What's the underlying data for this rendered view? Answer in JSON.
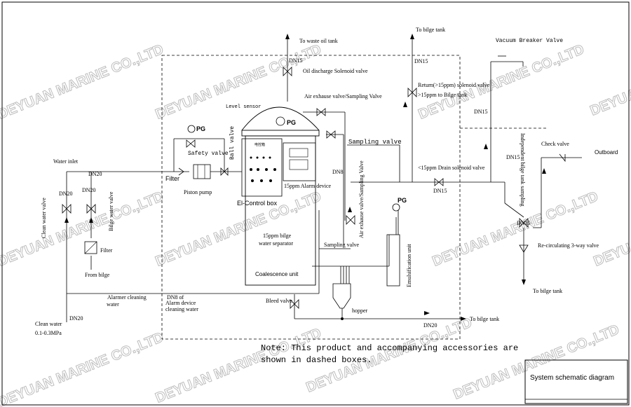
{
  "watermark": "DEYUAN MARINE CO.,LTD",
  "title_block": {
    "title": "System schematic diagram"
  },
  "note": {
    "line1": "Note: This product and accompanying accessories are",
    "line2": "shown in dashed boxes."
  },
  "labels": {
    "to_waste_oil_tank": "To waste oil tank",
    "to_bilge_tank_top": "To bilge tank",
    "vacuum_breaker_valve": "Vacuum Breaker Valve",
    "dn15_oil": "DN15",
    "oil_discharge_solenoid": "Oil discharge Solenoid valve",
    "dn15_return": "DN15",
    "return_solenoid": "Return(>15ppm) solenoid valve",
    "to_bilge_15": ">15ppm to Bilge tank",
    "air_exhause_sampling": "Air exhause valve/Sampling Valve",
    "level_sensor": "Level sensor",
    "pg_top": "PG",
    "pg_left": "PG",
    "pg_right": "PG",
    "dn15_right_top": "DN15",
    "safety_valve": "Safety valve",
    "ball_valve": "Ball valve",
    "sampling_valve": "Sampling valve",
    "air_exhause_vertical": "Air exhause valve/Sampling Valve",
    "check_valve": "Check valve",
    "outboard": "Outboard",
    "dn15_mid": "DN15",
    "water_inlet": "Water inlet",
    "dn20_inlet": "DN20",
    "dn20_left_a": "DN20",
    "dn20_left_b": "DN20",
    "filter_main": "Filter",
    "piston_pump": "Piston pump",
    "el_control_box": "El-Control box",
    "alarm_device": "15ppm Alarm device",
    "drain_solenoid": "<15ppm Drain solenoid valve",
    "dn15_drain": "DN15",
    "dn15_recirc": "DN15",
    "recirc_valve": "Re-circulating 3-way valve",
    "clean_water_valve": "Clean water valve",
    "bilge_water_valve": "Bilge water valve",
    "filter_bilge": "Filter",
    "from_bilge": "From bilge",
    "separator_l1": "15ppm bilge",
    "separator_l2": "water separator",
    "coalescence_unit": "Coalescence unit",
    "emulsification_unit": "Emulsification unit",
    "sampling_valve_small": "Sampling valve",
    "to_bilge_tank_right": "To bilge tank",
    "alarmer_cleaning_l1": "Alarmer cleaning",
    "alarmer_cleaning_l2": "water",
    "dn8": "DN8 of",
    "alarm_cleaning_l1": "Alarm device",
    "alarm_cleaning_l2": "cleaning water",
    "bleed_valve": "Bleed valve",
    "hopper": "hopper",
    "dn20_bottom_left": "DN20",
    "clean_water_l1": "Clean water",
    "clean_water_l2": "0.1-0.3MPa",
    "dn20_bottom": "DN20",
    "to_bilge_tank_bottom": "To bilge tank",
    "dn8_small": "DN8",
    "control_panel_title": "电控箱",
    "vertical_line_label": "Independent bilge tank sampling"
  }
}
